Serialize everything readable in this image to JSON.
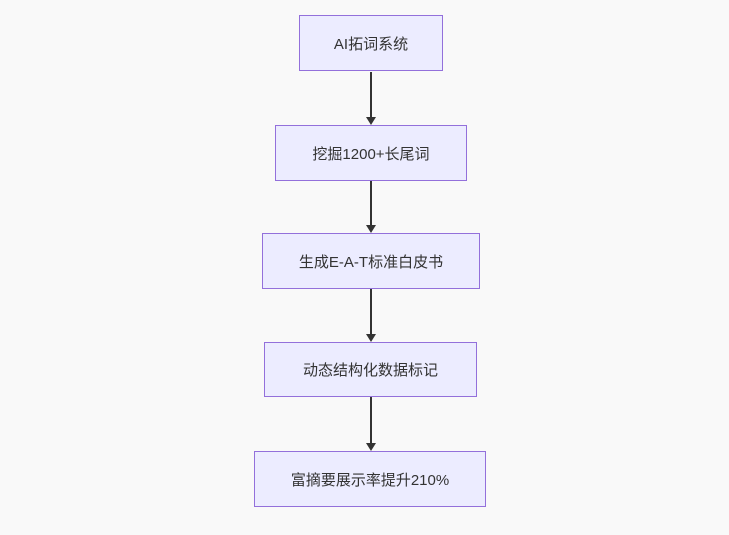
{
  "diagram": {
    "type": "flowchart",
    "direction": "top-down",
    "nodes": [
      {
        "id": "n1",
        "label": "AI拓词系统"
      },
      {
        "id": "n2",
        "label": "挖掘1200+长尾词"
      },
      {
        "id": "n3",
        "label": "生成E-A-T标准白皮书"
      },
      {
        "id": "n4",
        "label": "动态结构化数据标记"
      },
      {
        "id": "n5",
        "label": "富摘要展示率提升210%"
      }
    ],
    "edges": [
      {
        "from": "n1",
        "to": "n2"
      },
      {
        "from": "n2",
        "to": "n3"
      },
      {
        "from": "n3",
        "to": "n4"
      },
      {
        "from": "n4",
        "to": "n5"
      }
    ],
    "colors": {
      "node_fill": "#ececff",
      "node_border": "#9370db",
      "text": "#333333",
      "arrow": "#333333",
      "background": "#f9f9f9"
    }
  }
}
